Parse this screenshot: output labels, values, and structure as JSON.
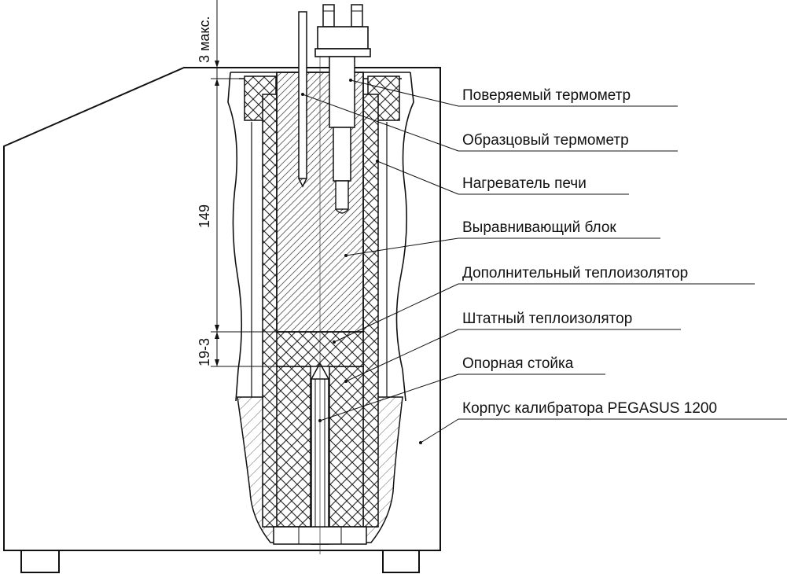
{
  "dimensions": {
    "top_gap": "3 макс.",
    "block_length": "149",
    "support_height": "19-3"
  },
  "callouts": [
    {
      "id": "verified-thermometer",
      "text": "Поверяемый термометр"
    },
    {
      "id": "reference-thermometer",
      "text": "Образцовый термометр"
    },
    {
      "id": "furnace-heater",
      "text": "Нагреватель печи"
    },
    {
      "id": "equalizing-block",
      "text": "Выравнивающий блок"
    },
    {
      "id": "extra-insulator",
      "text": "Дополнительный теплоизолятор"
    },
    {
      "id": "standard-insulator",
      "text": "Штатный теплоизолятор"
    },
    {
      "id": "support-post",
      "text": "Опорная стойка"
    },
    {
      "id": "calibrator-body",
      "text": "Корпус калибратора PEGASUS 1200"
    }
  ]
}
